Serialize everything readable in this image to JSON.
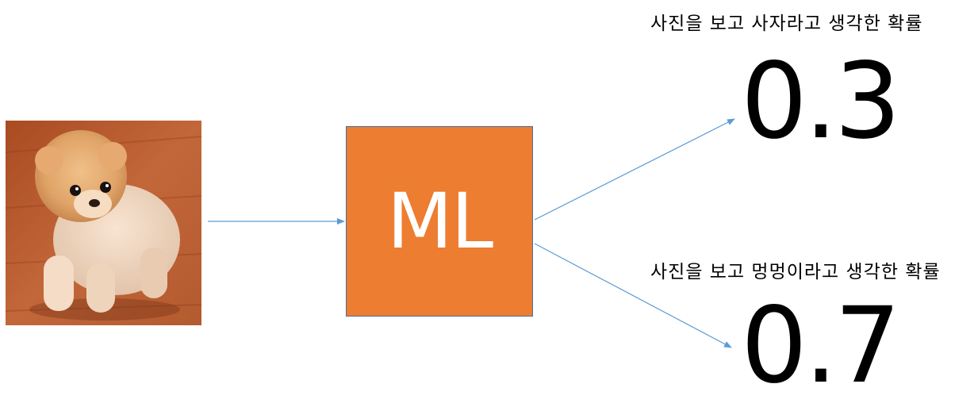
{
  "diagram": {
    "model_label": "ML",
    "outputs": [
      {
        "caption": "사진을 보고 사자라고 생각한 확률",
        "probability": "0.3"
      },
      {
        "caption": "사진을 보고 멍멍이라고 생각한 확률",
        "probability": "0.7"
      }
    ],
    "input_image": "pomeranian-puppy-photo",
    "arrow_color": "#5b9bd5",
    "box_color": "#ed7d31"
  }
}
